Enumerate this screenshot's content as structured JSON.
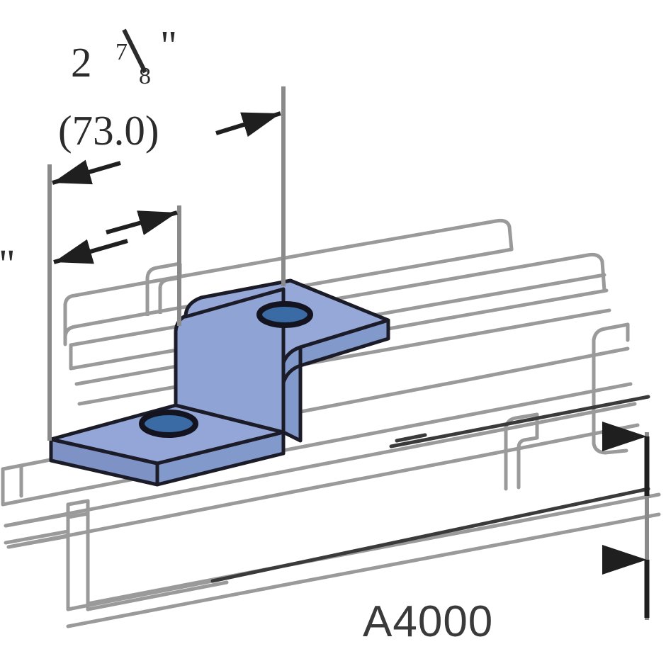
{
  "drawing": {
    "title": "A4000 offset channel bracket isometric drawing",
    "background_color": "#ffffff",
    "part_number": "A4000",
    "dimensions": {
      "width_imperial_whole": "2",
      "width_imperial_num": "7",
      "width_imperial_den": "8",
      "width_imperial_unit": "\"",
      "width_metric": "(73.0)",
      "edge_partial_unit": "\""
    },
    "colors": {
      "bracket_top_face": "#95a8d8",
      "bracket_web_face": "#8fa3d5",
      "bracket_bottom_face": "#93a6d7",
      "bracket_edge_dark": "#7e92c6",
      "bracket_outline": "#1c1c28",
      "hole_fill": "#3a6ba5",
      "hole_ring": "#141420",
      "channel_line": "#9a9a9a",
      "channel_line_dark": "#6f6f6f",
      "dimension_line": "#8a8a8a",
      "arrow_fill": "#1f1f1f",
      "text": "#2b2b2b",
      "label_text": "#3a3a3a"
    },
    "elements": {
      "bracket_name": "z-offset-bracket",
      "upper_hole_name": "upper-bolt-hole",
      "lower_hole_name": "lower-bolt-hole",
      "upper_channel_name": "upper-strut-channel",
      "lower_channel_name": "lower-strut-channel",
      "width_dimension_name": "overall-width-dimension",
      "offset_dimension_name": "offset-dimension",
      "height_dimension_name": "right-height-dimension"
    }
  }
}
